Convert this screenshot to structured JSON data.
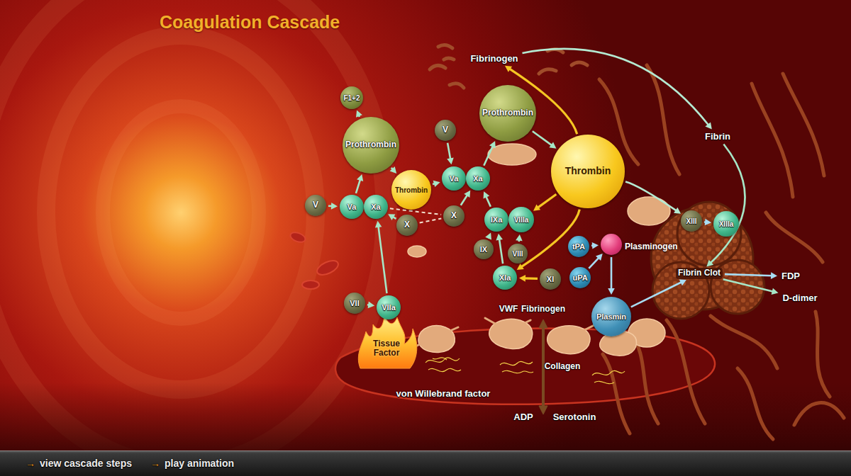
{
  "diagram": {
    "title": "Coagulation Cascade",
    "nodes": [
      {
        "text": [
          "F1+2"
        ]
      },
      {
        "text": [
          "Prothrombin"
        ]
      },
      {
        "text": [
          "V"
        ]
      },
      {
        "text": [
          "Va"
        ]
      },
      {
        "text": [
          "Xa"
        ]
      },
      {
        "text": [
          "Thrombin"
        ]
      },
      {
        "text": [
          "X"
        ]
      },
      {
        "text": [
          "V"
        ]
      },
      {
        "text": [
          "Va"
        ]
      },
      {
        "text": [
          "Xa"
        ]
      },
      {
        "text": [
          "X"
        ]
      },
      {
        "text": [
          "Prothrombin"
        ]
      },
      {
        "text": [
          "Thrombin"
        ]
      },
      {
        "text": [
          "Fibrinogen"
        ]
      },
      {
        "text": [
          "Fibrin"
        ]
      },
      {
        "text": [
          "IXa"
        ]
      },
      {
        "text": [
          "VIIIa"
        ]
      },
      {
        "text": [
          "IX"
        ]
      },
      {
        "text": [
          "VIII"
        ]
      },
      {
        "text": [
          "XIa"
        ]
      },
      {
        "text": [
          "XI"
        ]
      },
      {
        "text": [
          "XIII"
        ]
      },
      {
        "text": [
          "XIIIa"
        ]
      },
      {
        "text": [
          "Plasminogen"
        ]
      },
      {
        "text": [
          "tPA"
        ]
      },
      {
        "text": [
          "uPA"
        ]
      },
      {
        "text": [
          "Plasmin"
        ]
      },
      {
        "text": [
          "Fibrin Clot"
        ]
      },
      {
        "text": [
          "FDP"
        ]
      },
      {
        "text": [
          "D-dimer"
        ]
      },
      {
        "text": [
          "VII"
        ]
      },
      {
        "text": [
          "VIIa"
        ]
      }
    ],
    "edges": [
      {
        "from": 1,
        "to": 0,
        "arrow": "to"
      },
      {
        "from": 1,
        "to": 5,
        "arrow": "to"
      },
      {
        "from": 3,
        "to": 1,
        "arrow": "to"
      },
      {
        "from": 2,
        "to": 3,
        "arrow": "to"
      },
      {
        "from": 6,
        "to": 4,
        "arrow": "to"
      },
      {
        "from": 31,
        "to": 4,
        "arrow": "to"
      },
      {
        "from": 30,
        "to": 31,
        "arrow": "to"
      },
      {
        "from": 4,
        "to": 10,
        "arrow": "none"
      },
      {
        "from": 6,
        "to": 10,
        "arrow": "none"
      },
      {
        "from": 5,
        "to": 8,
        "arrow": "to"
      },
      {
        "from": 7,
        "to": 8,
        "arrow": "to"
      },
      {
        "from": 10,
        "to": 9,
        "arrow": "to"
      },
      {
        "from": 9,
        "to": 11,
        "arrow": "to"
      },
      {
        "from": 11,
        "to": 12,
        "arrow": "to"
      },
      {
        "from": 15,
        "to": 9,
        "arrow": "to"
      },
      {
        "from": 17,
        "to": 15,
        "arrow": "to"
      },
      {
        "from": 18,
        "to": 16,
        "arrow": "to"
      },
      {
        "from": 19,
        "to": 15,
        "arrow": "to"
      },
      {
        "from": 20,
        "to": 19,
        "arrow": "to"
      },
      {
        "from": 12,
        "to": 16,
        "arrow": "to"
      },
      {
        "from": 12,
        "to": 19,
        "arrow": "to"
      },
      {
        "from": 12,
        "to": 13,
        "arrow": "to"
      },
      {
        "from": 12,
        "to": 21,
        "arrow": "to"
      },
      {
        "from": 13,
        "to": 14,
        "arrow": "to"
      },
      {
        "from": 14,
        "to": 27,
        "arrow": "to"
      },
      {
        "from": 21,
        "to": 22,
        "arrow": "to"
      },
      {
        "from": 24,
        "to": 23,
        "arrow": "to"
      },
      {
        "from": 25,
        "to": 23,
        "arrow": "to"
      },
      {
        "from": 23,
        "to": 26,
        "arrow": "to"
      },
      {
        "from": 26,
        "to": 27,
        "arrow": "to"
      },
      {
        "from": 27,
        "to": 28,
        "arrow": "to"
      },
      {
        "from": 27,
        "to": 29,
        "arrow": "to"
      }
    ],
    "labels": [
      "Tissue Factor",
      "VWF",
      "Fibrinogen",
      "Collagen",
      "von Willebrand factor",
      "ADP",
      "Serotonin",
      "→",
      "view cascade steps",
      "→",
      "play animation"
    ]
  }
}
